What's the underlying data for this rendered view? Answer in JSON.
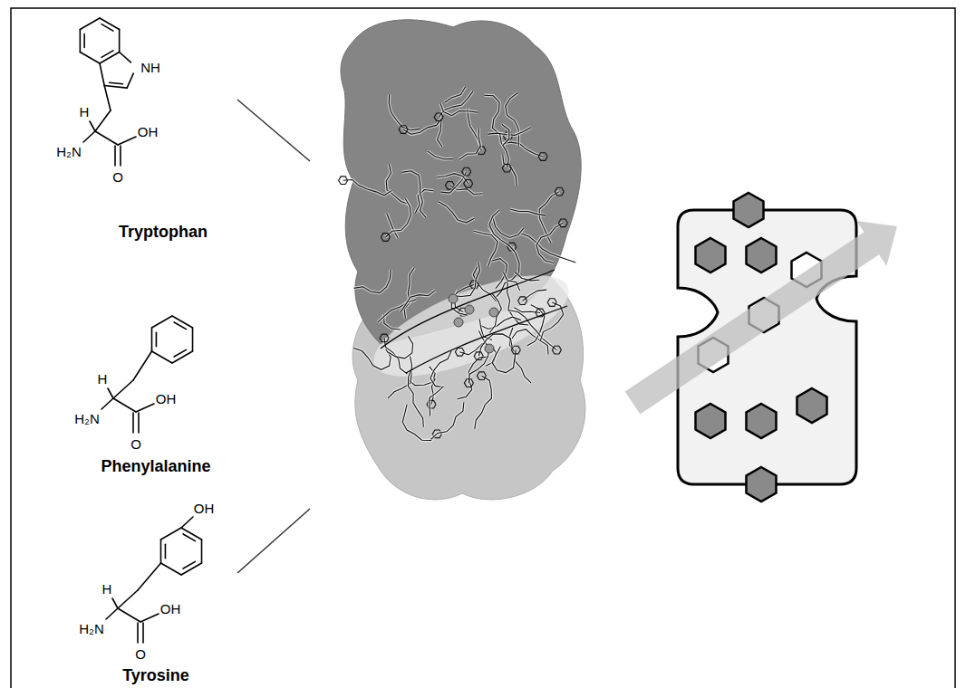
{
  "diagram": {
    "labels": [
      "NH",
      "H",
      "H₂N",
      "OH",
      "O",
      "Tryptophan",
      "H",
      "H₂N",
      "OH",
      "O",
      "Phenylalanine",
      "OH",
      "H",
      "H₂N",
      "OH",
      "O",
      "Tyrosine"
    ]
  }
}
